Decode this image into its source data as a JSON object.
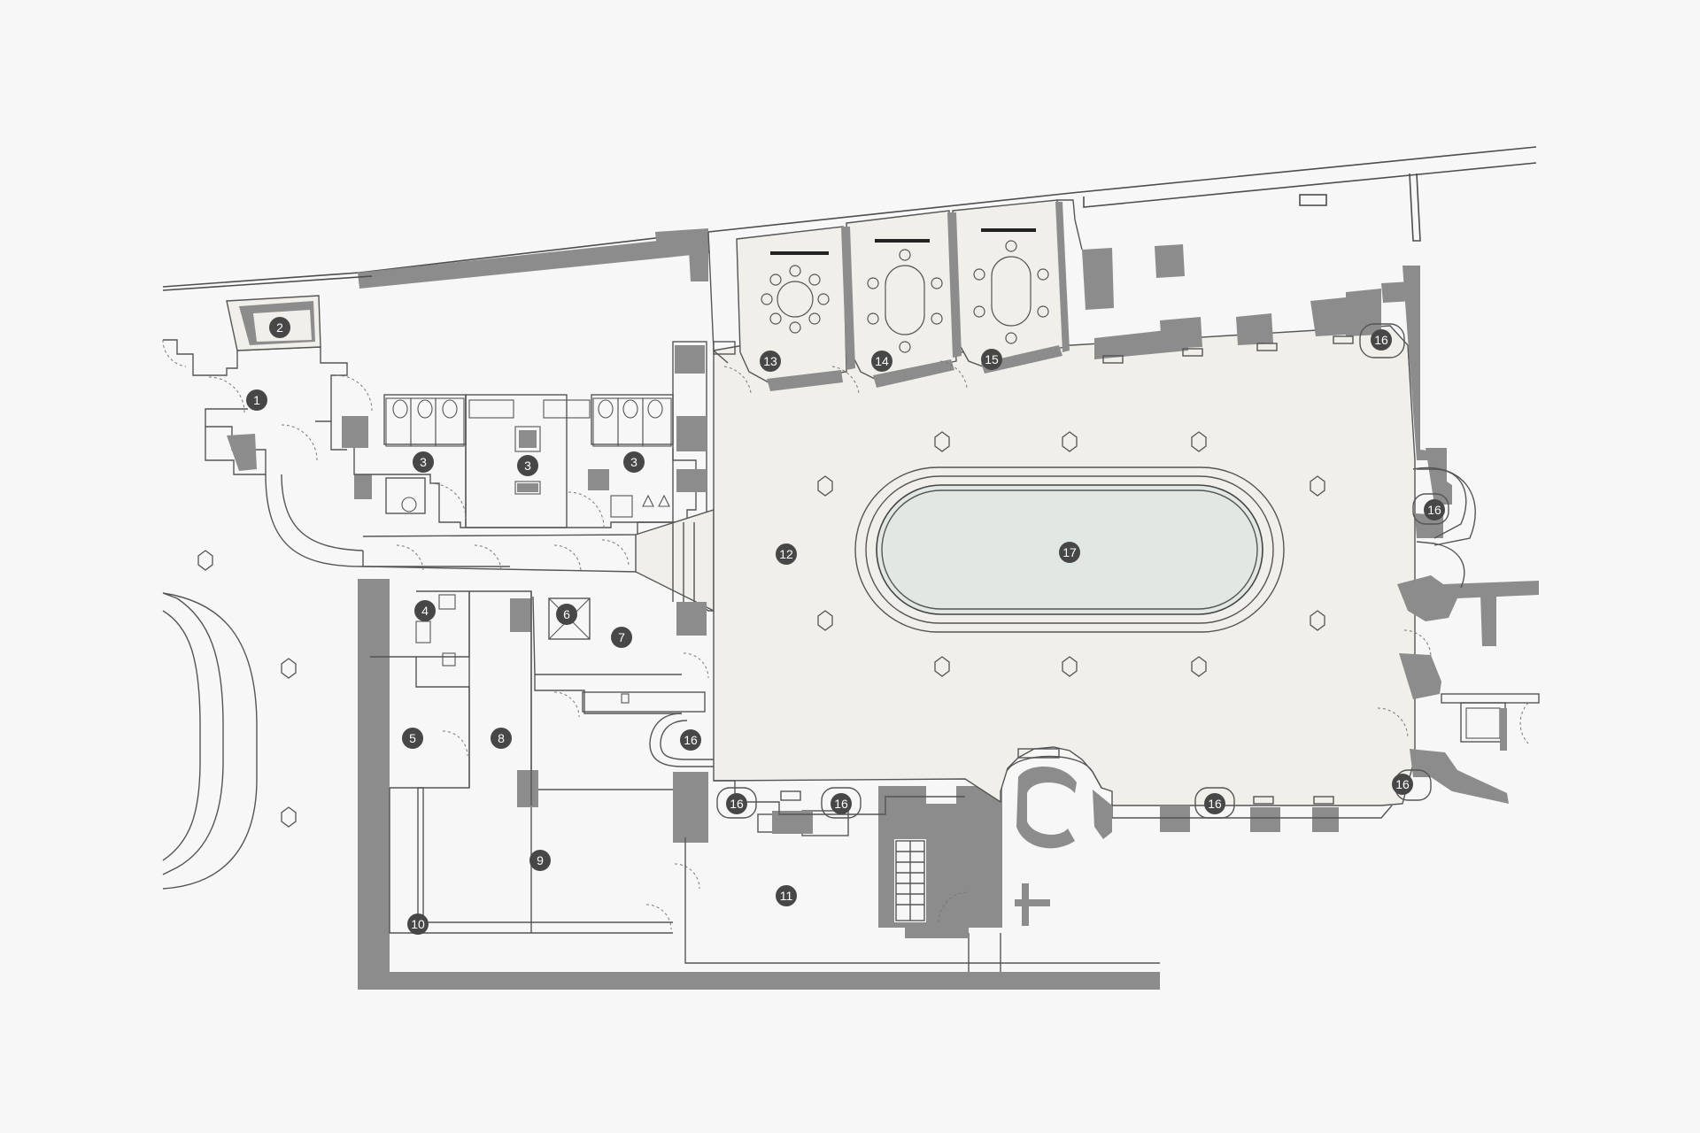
{
  "colors": {
    "background": "#f7f7f7",
    "wall": "#8c8c8c",
    "hall_floor": "#f0efea",
    "pool_water": "#e1e8e4",
    "marker": "#474747"
  },
  "markers": [
    {
      "id": "m1",
      "label": "1"
    },
    {
      "id": "m2",
      "label": "2"
    },
    {
      "id": "m3a",
      "label": "3"
    },
    {
      "id": "m3b",
      "label": "3"
    },
    {
      "id": "m3c",
      "label": "3"
    },
    {
      "id": "m4",
      "label": "4"
    },
    {
      "id": "m5",
      "label": "5"
    },
    {
      "id": "m6",
      "label": "6"
    },
    {
      "id": "m7",
      "label": "7"
    },
    {
      "id": "m8",
      "label": "8"
    },
    {
      "id": "m9",
      "label": "9"
    },
    {
      "id": "m10",
      "label": "10"
    },
    {
      "id": "m11",
      "label": "11"
    },
    {
      "id": "m12",
      "label": "12"
    },
    {
      "id": "m13",
      "label": "13"
    },
    {
      "id": "m14",
      "label": "14"
    },
    {
      "id": "m15",
      "label": "15"
    },
    {
      "id": "m16a",
      "label": "16"
    },
    {
      "id": "m16b",
      "label": "16"
    },
    {
      "id": "m16c",
      "label": "16"
    },
    {
      "id": "m16d",
      "label": "16"
    },
    {
      "id": "m16e",
      "label": "16"
    },
    {
      "id": "m16f",
      "label": "16"
    },
    {
      "id": "m16g",
      "label": "16"
    },
    {
      "id": "m17",
      "label": "17"
    }
  ]
}
